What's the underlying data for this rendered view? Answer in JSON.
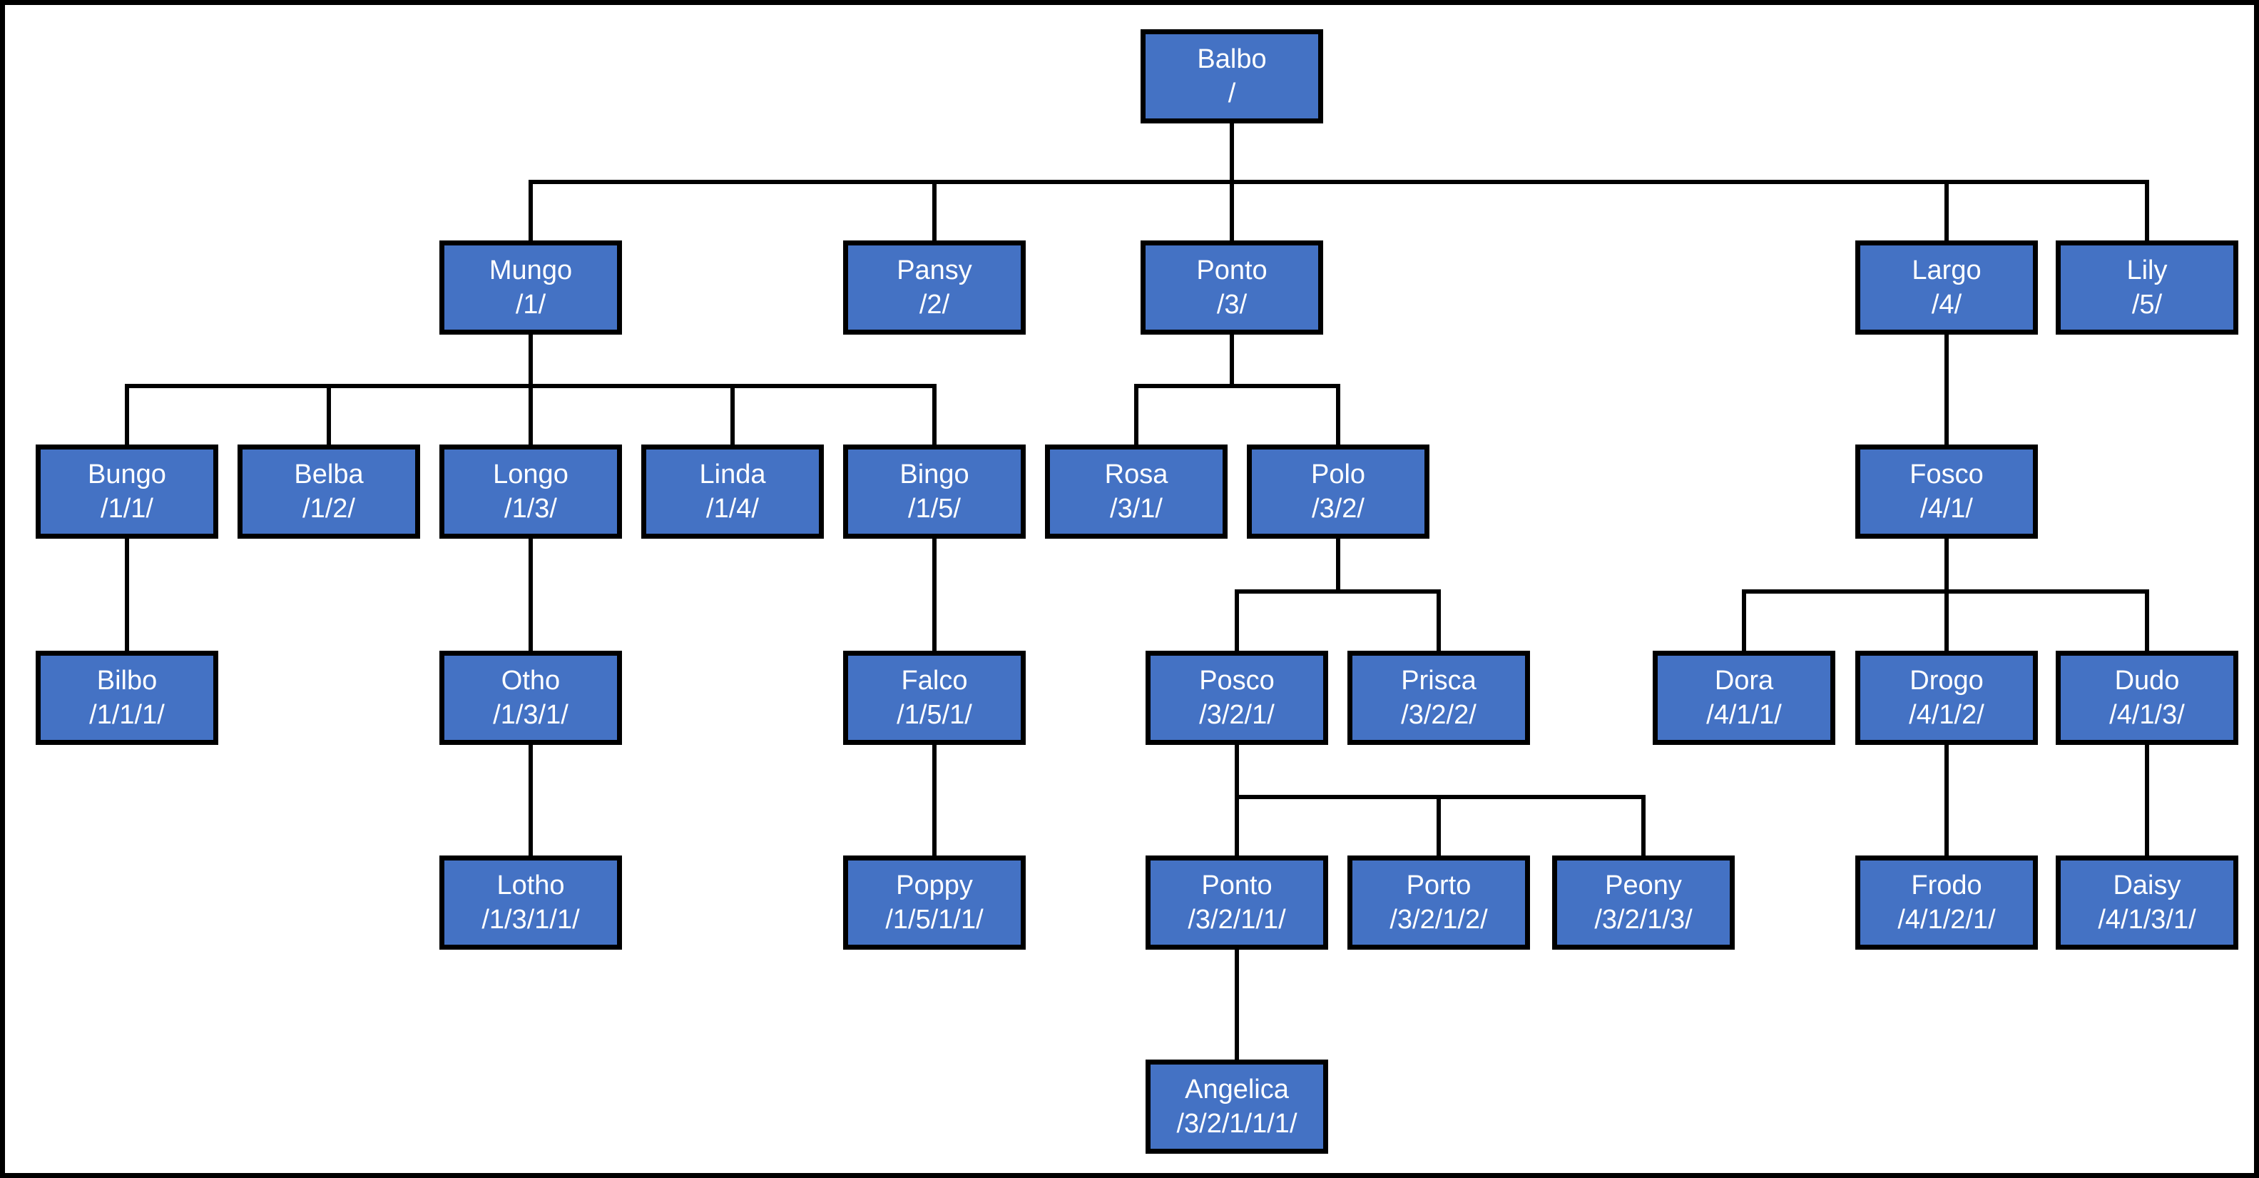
{
  "diagram": {
    "kind": "family-tree-org-chart",
    "background_color": "#FFFFFF",
    "frame_color": "#000000",
    "node_style": {
      "fill_color": "#4472C4",
      "border_color": "#000000",
      "text_color": "#FFFFFF",
      "connector_color": "#000000"
    },
    "nodes": [
      {
        "id": "balbo",
        "name": "Balbo",
        "path": "/",
        "parent": null
      },
      {
        "id": "mungo",
        "name": "Mungo",
        "path": "/1/",
        "parent": "balbo"
      },
      {
        "id": "pansy",
        "name": "Pansy",
        "path": "/2/",
        "parent": "balbo"
      },
      {
        "id": "ponto",
        "name": "Ponto",
        "path": "/3/",
        "parent": "balbo"
      },
      {
        "id": "largo",
        "name": "Largo",
        "path": "/4/",
        "parent": "balbo"
      },
      {
        "id": "lily",
        "name": "Lily",
        "path": "/5/",
        "parent": "balbo"
      },
      {
        "id": "bungo",
        "name": "Bungo",
        "path": "/1/1/",
        "parent": "mungo"
      },
      {
        "id": "belba",
        "name": "Belba",
        "path": "/1/2/",
        "parent": "mungo"
      },
      {
        "id": "longo",
        "name": "Longo",
        "path": "/1/3/",
        "parent": "mungo"
      },
      {
        "id": "linda",
        "name": "Linda",
        "path": "/1/4/",
        "parent": "mungo"
      },
      {
        "id": "bingo",
        "name": "Bingo",
        "path": "/1/5/",
        "parent": "mungo"
      },
      {
        "id": "rosa",
        "name": "Rosa",
        "path": "/3/1/",
        "parent": "ponto"
      },
      {
        "id": "polo",
        "name": "Polo",
        "path": "/3/2/",
        "parent": "ponto"
      },
      {
        "id": "fosco",
        "name": "Fosco",
        "path": "/4/1/",
        "parent": "largo"
      },
      {
        "id": "bilbo",
        "name": "Bilbo",
        "path": "/1/1/1/",
        "parent": "bungo"
      },
      {
        "id": "otho",
        "name": "Otho",
        "path": "/1/3/1/",
        "parent": "longo"
      },
      {
        "id": "falco",
        "name": "Falco",
        "path": "/1/5/1/",
        "parent": "bingo"
      },
      {
        "id": "posco",
        "name": "Posco",
        "path": "/3/2/1/",
        "parent": "polo"
      },
      {
        "id": "prisca",
        "name": "Prisca",
        "path": "/3/2/2/",
        "parent": "polo"
      },
      {
        "id": "dora",
        "name": "Dora",
        "path": "/4/1/1/",
        "parent": "fosco"
      },
      {
        "id": "drogo",
        "name": "Drogo",
        "path": "/4/1/2/",
        "parent": "fosco"
      },
      {
        "id": "dudo",
        "name": "Dudo",
        "path": "/4/1/3/",
        "parent": "fosco"
      },
      {
        "id": "lotho",
        "name": "Lotho",
        "path": "/1/3/1/1/",
        "parent": "otho"
      },
      {
        "id": "poppy",
        "name": "Poppy",
        "path": "/1/5/1/1/",
        "parent": "falco"
      },
      {
        "id": "ponto2",
        "name": "Ponto",
        "path": "/3/2/1/1/",
        "parent": "posco"
      },
      {
        "id": "porto",
        "name": "Porto",
        "path": "/3/2/1/2/",
        "parent": "posco"
      },
      {
        "id": "peony",
        "name": "Peony",
        "path": "/3/2/1/3/",
        "parent": "posco"
      },
      {
        "id": "frodo",
        "name": "Frodo",
        "path": "/4/1/2/1/",
        "parent": "drogo"
      },
      {
        "id": "daisy",
        "name": "Daisy",
        "path": "/4/1/3/1/",
        "parent": "dudo"
      },
      {
        "id": "angelica",
        "name": "Angelica",
        "path": "/3/2/1/1/1/",
        "parent": "ponto2"
      }
    ]
  }
}
